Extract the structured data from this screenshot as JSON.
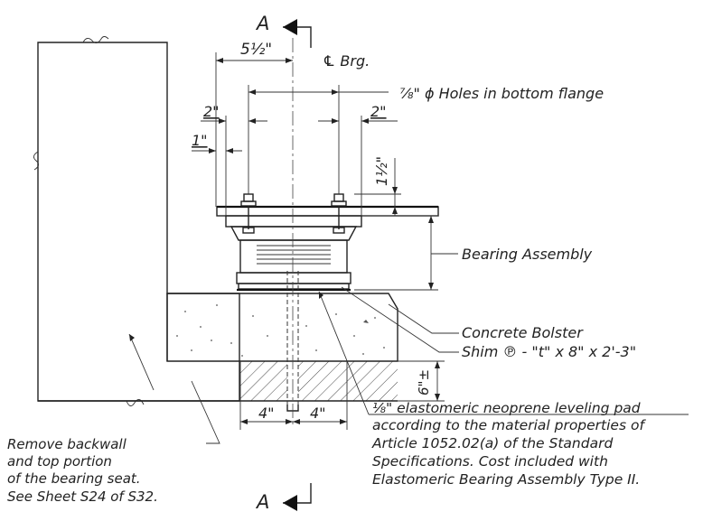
{
  "section_marks": {
    "letter_top": "A",
    "letter_bottom": "A"
  },
  "dimensions": {
    "half_width_5_5": "5½\"",
    "centerline_bearing": "℄ Brg.",
    "hole_callout": "⅞\" ϕ Holes in bottom flange",
    "two_in_left": "2\"",
    "two_in_right": "2\"",
    "one_in": "1\"",
    "one_half_in": "1½\"",
    "four_in_left": "4\"",
    "four_in_right": "4\"",
    "six_in_pm": "6\"±"
  },
  "callouts": {
    "bearing_assembly": "Bearing Assembly",
    "concrete_bolster": "Concrete Bolster",
    "shim_plate": "Shim ℗ - \"t\" x 8\" x 2'-3\""
  },
  "notes": {
    "remove_backwall": [
      "Remove backwall",
      "and top portion",
      "of the bearing seat.",
      "See Sheet S24 of S32."
    ],
    "elastomeric_pad": [
      "⅛\" elastomeric neoprene leveling pad",
      "according to the material properties of",
      "Article 1052.02(a) of the Standard",
      "Specifications.  Cost included with",
      "Elastomeric Bearing Assembly Type II."
    ]
  }
}
